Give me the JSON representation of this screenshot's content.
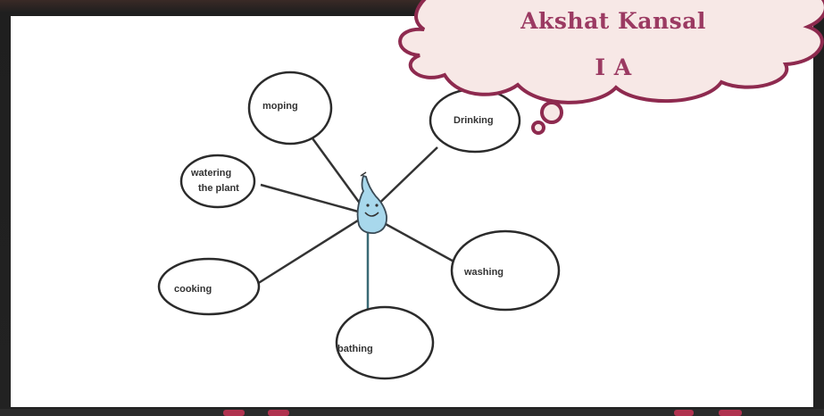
{
  "diagram": {
    "center": "water-drop",
    "nodes": [
      {
        "id": "moping",
        "label": "moping"
      },
      {
        "id": "drinking",
        "label": "Drinking"
      },
      {
        "id": "watering",
        "label_lines": [
          "watering",
          "the plant"
        ]
      },
      {
        "id": "washing",
        "label": "washing"
      },
      {
        "id": "cooking",
        "label": "cooking"
      },
      {
        "id": "bathing",
        "label": "bathing"
      }
    ]
  },
  "callout": {
    "name": "Akshat Kansal",
    "class": "I A"
  },
  "colors": {
    "drop_fill": "#a8d8ec",
    "callout_fill": "#f7e8e6",
    "callout_stroke": "#8e2a4f",
    "callout_text": "#9b3a62",
    "frame": "#222222",
    "accent": "#b0324f"
  }
}
